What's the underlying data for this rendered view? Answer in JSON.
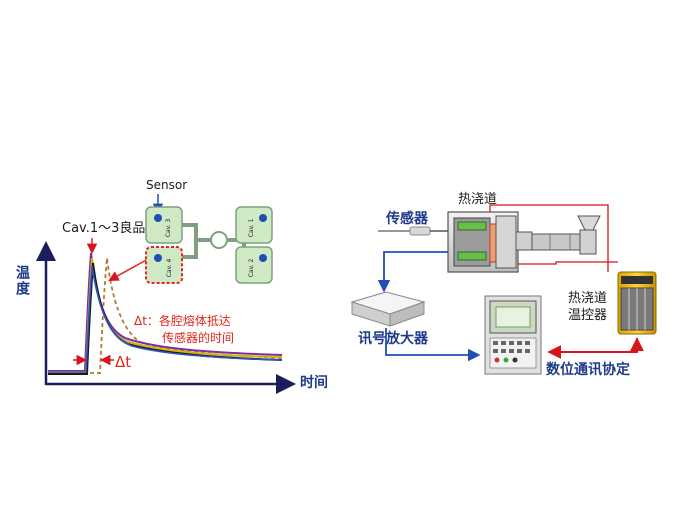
{
  "left_diagram": {
    "y_axis_label": "温度",
    "x_axis_label": "时间",
    "good_parts_label": "Cav.1～3良品",
    "sensor_label": "Sensor",
    "cavities": [
      "Cav. 3",
      "Cav. 4",
      "Cav. 1",
      "Cav. 2"
    ],
    "delta_t_note_line1": "Δt：各腔熔体抵达",
    "delta_t_note_line2": "传感器的时间",
    "delta_t": "Δt"
  },
  "right_diagram": {
    "hot_runner_label": "热浇道",
    "sensor_label": "传感器",
    "amplifier_label": "讯号放大器",
    "controller_label_line1": "热浇道",
    "controller_label_line2": "温控器",
    "protocol_label": "数位通讯协定"
  },
  "colors": {
    "blue_text": "#1f3a8a",
    "red_text": "#e3251b",
    "arrow_blue": "#1f4fb5",
    "arrow_red": "#d8131b",
    "cavity_fill": "#cfe9c4"
  }
}
